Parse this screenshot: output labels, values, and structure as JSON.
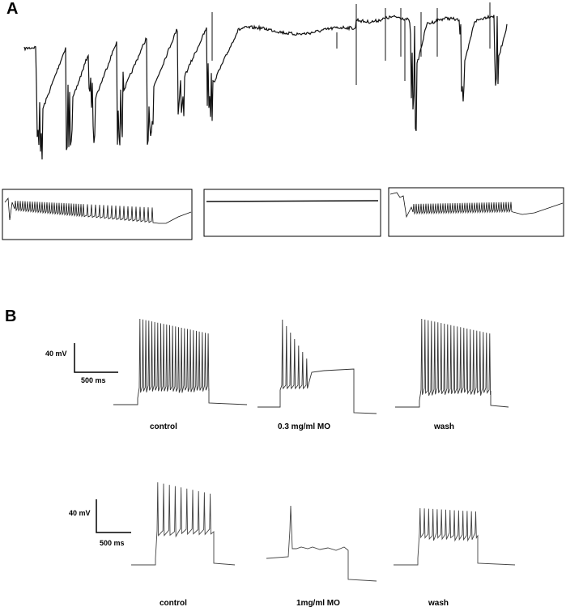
{
  "panel_a": {
    "letter": "A"
  },
  "panel_b": {
    "letter": "B",
    "row1": {
      "scalebar": {
        "voltage": "40 mV",
        "time": "500 ms"
      },
      "conditions": [
        "control",
        "0.3 mg/ml MO",
        "wash"
      ]
    },
    "row2": {
      "scalebar": {
        "voltage": "40 mV",
        "time": "500 ms"
      },
      "conditions": [
        "control",
        "1mg/ml MO",
        "wash"
      ]
    }
  },
  "colors": {
    "trace": "#111111",
    "trace_light": "#555555",
    "box_border": "#000000"
  }
}
